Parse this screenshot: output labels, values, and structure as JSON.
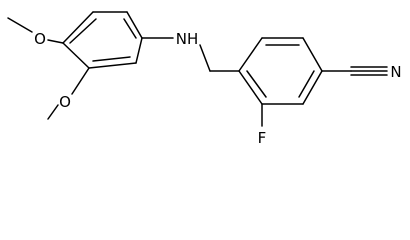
{
  "molecule": {
    "atoms": {
      "o_top": "O",
      "o_bottom": "O",
      "nh": "NH",
      "f": "F",
      "n_nitrile": "N"
    }
  },
  "colors": {
    "bond": "#000000",
    "label": "#000000",
    "background": "#ffffff"
  }
}
